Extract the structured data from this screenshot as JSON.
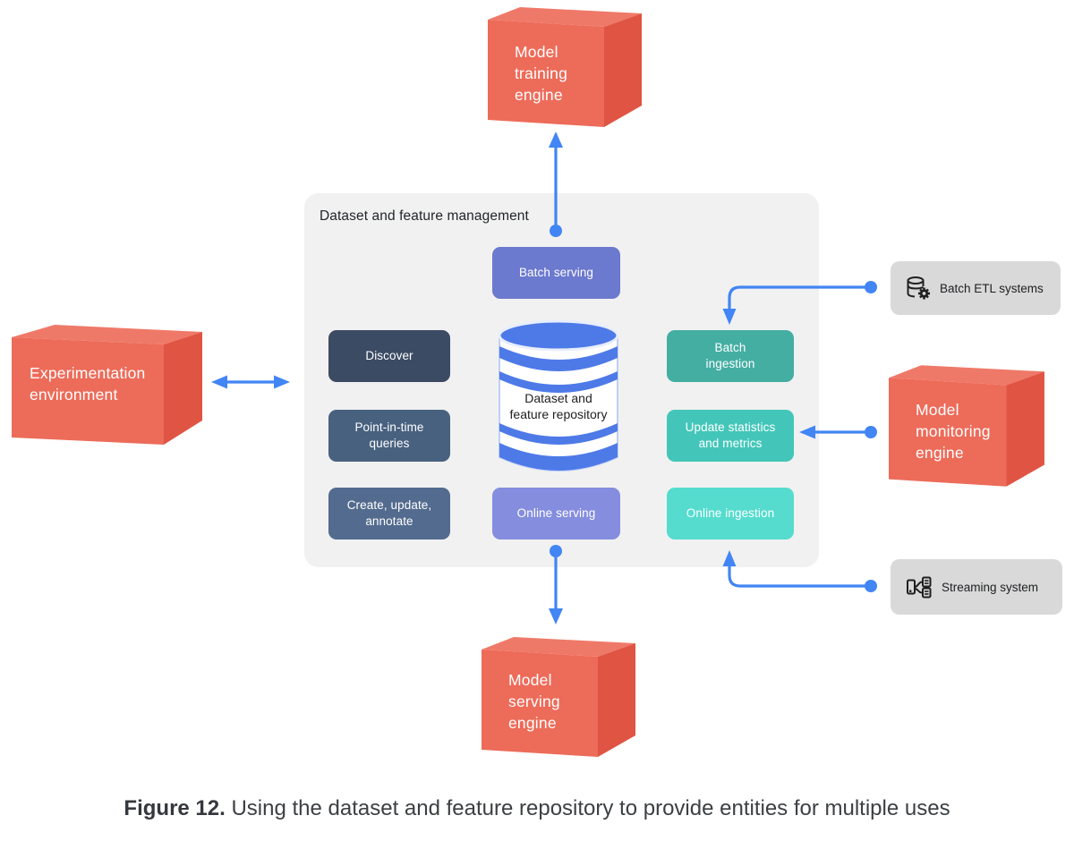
{
  "caption": {
    "label": "Figure 12.",
    "text": " Using the dataset and feature repository to provide entities for multiple uses"
  },
  "panel": {
    "title": "Dataset and feature management",
    "catalog_ops": [
      {
        "label": "Discover",
        "color": "#3C4B64"
      },
      {
        "label": "Point-in-time\nqueries",
        "color": "#48617F"
      },
      {
        "label": "Create, update,\nannotate",
        "color": "#526B8E"
      }
    ],
    "serving": [
      {
        "label": "Batch serving",
        "color": "#6B79CE"
      },
      {
        "label": "Online serving",
        "color": "#848DDE"
      }
    ],
    "ingestion": [
      {
        "label": "Batch\ningestion",
        "color": "#44AEA3"
      },
      {
        "label": "Update statistics\nand metrics",
        "color": "#43C6B9"
      },
      {
        "label": "Online ingestion",
        "color": "#55DCCE"
      }
    ],
    "repository": {
      "label": "Dataset and\nfeature repository",
      "color": "#4E7AE8"
    }
  },
  "engines": {
    "training": {
      "label": "Model\ntraining\nengine"
    },
    "experimentation": {
      "label": "Experimentation\nenvironment"
    },
    "monitoring": {
      "label": "Model\nmonitoring\nengine"
    },
    "serving": {
      "label": "Model\nserving\nengine"
    }
  },
  "external_systems": {
    "batch_etl": {
      "label": "Batch ETL systems",
      "icon": "database-gear-icon"
    },
    "streaming": {
      "label": "Streaming system",
      "icon": "stream-fanout-icon"
    }
  },
  "flows": [
    {
      "from": "Batch serving",
      "to": "Model training engine",
      "direction": "up"
    },
    {
      "from": "Online serving",
      "to": "Model serving engine",
      "direction": "down"
    },
    {
      "from": "Experimentation environment",
      "to": "Dataset and feature management",
      "direction": "bidirectional"
    },
    {
      "from": "Batch ETL systems",
      "to": "Batch ingestion",
      "direction": "elbow-down"
    },
    {
      "from": "Model monitoring engine",
      "to": "Update statistics and metrics",
      "direction": "left"
    },
    {
      "from": "Streaming system",
      "to": "Online ingestion",
      "direction": "elbow-up"
    }
  ],
  "colors": {
    "arrow_blue": "#4285F4",
    "panel_bg": "#F1F1F1",
    "cube_front": "#ED6B59",
    "cube_top": "#EF7968",
    "cube_side": "#E05443",
    "repository_blue": "#4E7AE8",
    "external_box_bg": "#D9D9D9",
    "caption_text": "#3C4043"
  }
}
